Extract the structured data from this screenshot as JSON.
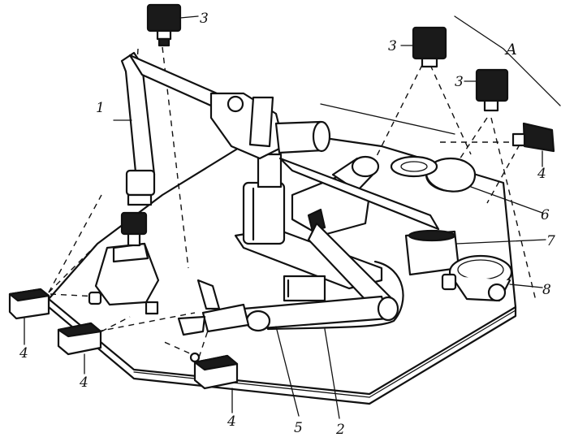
{
  "labels": {
    "zone": "A",
    "camera_top_left": "3",
    "camera_top_mid": "3",
    "camera_top_right": "3",
    "manipulator_arm_left": "1",
    "manipulator_arm_front": "2",
    "camera_right": "4",
    "camera_front_left_1": "4",
    "camera_front_left_2": "4",
    "camera_front_bottom": "4",
    "gripper": "5",
    "dish_part": "6",
    "holder_cup": "7",
    "holder_ring": "8"
  }
}
